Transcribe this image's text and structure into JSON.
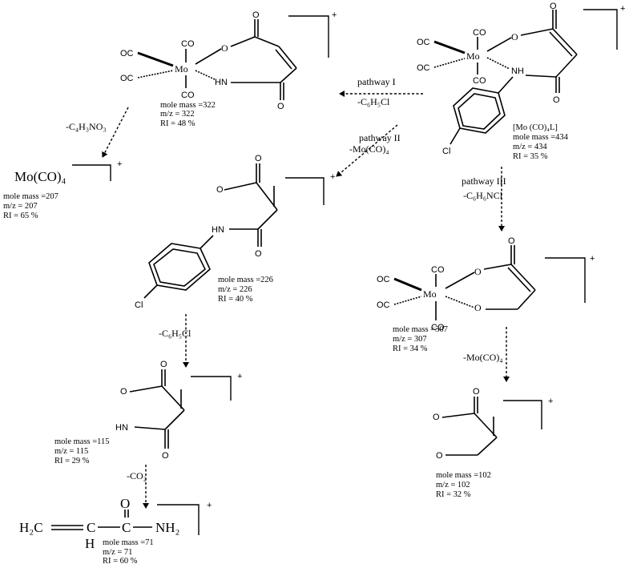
{
  "species": {
    "s1": {
      "info": [
        "mole mass =322",
        "m/z = 322",
        "RI = 48 %"
      ]
    },
    "s2": {
      "formula": "[Mo (CO)₄L]",
      "info": [
        "mole mass =434",
        "m/z = 434",
        "RI = 35 %"
      ]
    },
    "s3": {
      "formula": "Mo(CO)₄",
      "info": [
        "mole mass =207",
        "m/z = 207",
        "RI = 65 %"
      ]
    },
    "s4": {
      "info": [
        "mole mass =226",
        "m/z = 226",
        "RI = 40 %"
      ]
    },
    "s5": {
      "info": [
        "mole mass =307",
        "m/z = 307",
        "RI = 34 %"
      ]
    },
    "s6": {
      "info": [
        "mole mass =115",
        "m/z = 115",
        "RI = 29 %"
      ]
    },
    "s7": {
      "info": [
        "mole mass =102",
        "m/z = 102",
        "RI = 32 %"
      ]
    },
    "s8": {
      "formula_left": "H₂C",
      "formula_ch": "H",
      "formula_c": "C",
      "formula_o": "O",
      "formula_right": "NH₂",
      "info": [
        "mole mass =71",
        "m/z = 71",
        "RI = 60 %"
      ]
    }
  },
  "steps": {
    "pathway1": {
      "label": "pathway I",
      "loss": "-C₆H₅Cl"
    },
    "pathway2": {
      "label": "pathway II",
      "loss": "-Mo(CO)₄"
    },
    "pathway3": {
      "label": "pathway III",
      "loss": "-C₆H₆NCl"
    },
    "loss_s1": "-C₄H₃NO₃",
    "loss_s4": "-C₆H₅Cl",
    "loss_s5": "-Mo(CO)₄",
    "loss_s6": "-CO₂"
  },
  "atoms": {
    "co": "CO",
    "oc": "OC",
    "mo": "Mo",
    "o": "O",
    "hn": "HN",
    "nh": "NH",
    "cl": "Cl"
  },
  "charge": "+"
}
